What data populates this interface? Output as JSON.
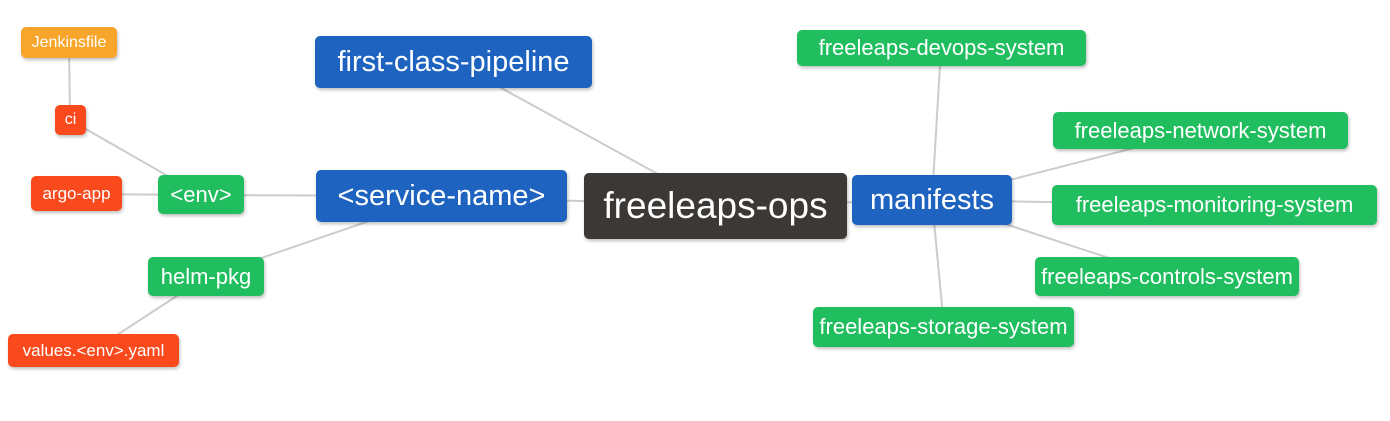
{
  "diagram": {
    "type": "mindmap",
    "background_color": "#ffffff",
    "edge_color": "#cccccc",
    "colors": {
      "orange": "#f8a62b",
      "red": "#fa4a1d",
      "green": "#21be5f",
      "blue": "#1e63c0",
      "dark": "#3b3835"
    },
    "nodes": {
      "jenkinsfile": {
        "label": "Jenkinsfile",
        "color": "#f8a62b"
      },
      "ci": {
        "label": "ci",
        "color": "#fa4a1d"
      },
      "argo_app": {
        "label": "argo-app",
        "color": "#fa4a1d"
      },
      "env": {
        "label": "<env>",
        "color": "#21be5f"
      },
      "helm_pkg": {
        "label": "helm-pkg",
        "color": "#21be5f"
      },
      "values_env_yaml": {
        "label": "values.<env>.yaml",
        "color": "#fa4a1d"
      },
      "first_class_pipeline": {
        "label": "first-class-pipeline",
        "color": "#1e63c0"
      },
      "service_name": {
        "label": "<service-name>",
        "color": "#1e63c0"
      },
      "freeleaps_ops": {
        "label": "freeleaps-ops",
        "color": "#3b3835"
      },
      "manifests": {
        "label": "manifests",
        "color": "#1e63c0"
      },
      "devops_system": {
        "label": "freeleaps-devops-system",
        "color": "#21be5f"
      },
      "network_system": {
        "label": "freeleaps-network-system",
        "color": "#21be5f"
      },
      "monitoring_system": {
        "label": "freeleaps-monitoring-system",
        "color": "#21be5f"
      },
      "controls_system": {
        "label": "freeleaps-controls-system",
        "color": "#21be5f"
      },
      "storage_system": {
        "label": "freeleaps-storage-system",
        "color": "#21be5f"
      }
    },
    "edges": [
      [
        "jenkinsfile",
        "ci"
      ],
      [
        "ci",
        "env"
      ],
      [
        "argo_app",
        "env"
      ],
      [
        "env",
        "service_name"
      ],
      [
        "helm_pkg",
        "service_name"
      ],
      [
        "values_env_yaml",
        "helm_pkg"
      ],
      [
        "service_name",
        "freeleaps_ops"
      ],
      [
        "first_class_pipeline",
        "freeleaps_ops"
      ],
      [
        "freeleaps_ops",
        "manifests"
      ],
      [
        "manifests",
        "devops_system"
      ],
      [
        "manifests",
        "network_system"
      ],
      [
        "manifests",
        "monitoring_system"
      ],
      [
        "manifests",
        "controls_system"
      ],
      [
        "manifests",
        "storage_system"
      ]
    ]
  }
}
